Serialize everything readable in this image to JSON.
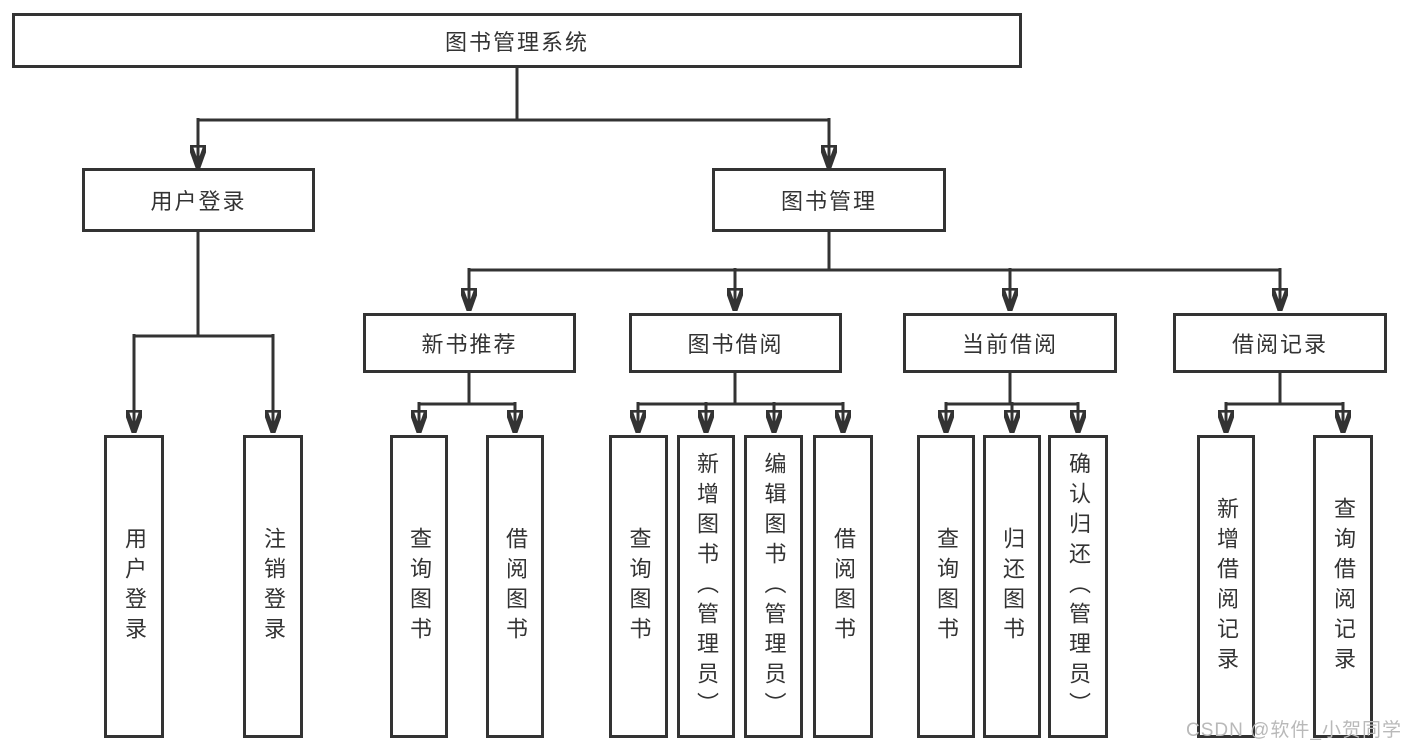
{
  "colors": {
    "line": "#333333",
    "box_border": "#333333",
    "text": "#333333",
    "watermark_text": "#b9b9b9",
    "background": "#ffffff"
  },
  "watermark": "CSDN @软件_小贺同学",
  "diagram": {
    "root": "图书管理系统",
    "branches": [
      {
        "label": "用户登录",
        "children": [
          "用户登录",
          "注销登录"
        ]
      },
      {
        "label": "图书管理",
        "sections": [
          {
            "label": "新书推荐",
            "children": [
              "查询图书",
              "借阅图书"
            ]
          },
          {
            "label": "图书借阅",
            "children": [
              "查询图书",
              "新增图书（管理员）",
              "编辑图书（管理员）",
              "借阅图书"
            ]
          },
          {
            "label": "当前借阅",
            "children": [
              "查询图书",
              "归还图书",
              "确认归还（管理员）"
            ]
          },
          {
            "label": "借阅记录",
            "children": [
              "新增借阅记录",
              "查询借阅记录"
            ]
          }
        ]
      }
    ]
  }
}
